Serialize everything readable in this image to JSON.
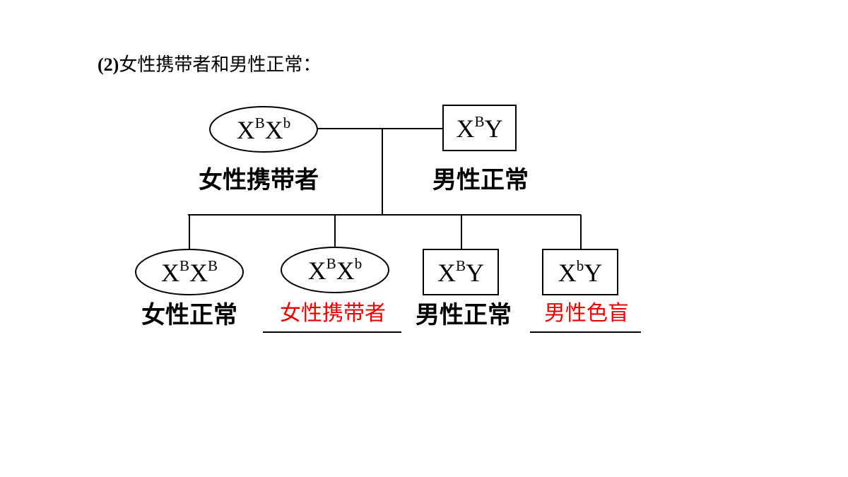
{
  "heading": {
    "number": "(2)",
    "text": "女性携带者和男性正常",
    "colon": "："
  },
  "colors": {
    "line": "#000000",
    "answer": "#e00000",
    "text": "#000000"
  },
  "parents": {
    "mother": {
      "shape": "ellipse",
      "genotype": {
        "a": "X",
        "a_sup": "B",
        "b": "X",
        "b_sup": "b"
      },
      "label": "女性携带者"
    },
    "father": {
      "shape": "rectangle",
      "genotype": {
        "a": "X",
        "a_sup": "B",
        "b": "Y",
        "b_sup": ""
      },
      "label": "男性正常"
    }
  },
  "children": [
    {
      "shape": "ellipse",
      "genotype": {
        "a": "X",
        "a_sup": "B",
        "b": "X",
        "b_sup": "B"
      },
      "label": "女性正常",
      "is_answer": false
    },
    {
      "shape": "ellipse",
      "genotype": {
        "a": "X",
        "a_sup": "B",
        "b": "X",
        "b_sup": "b"
      },
      "label": "女性携带者",
      "is_answer": true
    },
    {
      "shape": "rectangle",
      "genotype": {
        "a": "X",
        "a_sup": "B",
        "b": "Y",
        "b_sup": ""
      },
      "label": "男性正常",
      "is_answer": false
    },
    {
      "shape": "rectangle",
      "genotype": {
        "a": "X",
        "a_sup": "b",
        "b": "Y",
        "b_sup": ""
      },
      "label": "男性色盲",
      "is_answer": true
    }
  ]
}
